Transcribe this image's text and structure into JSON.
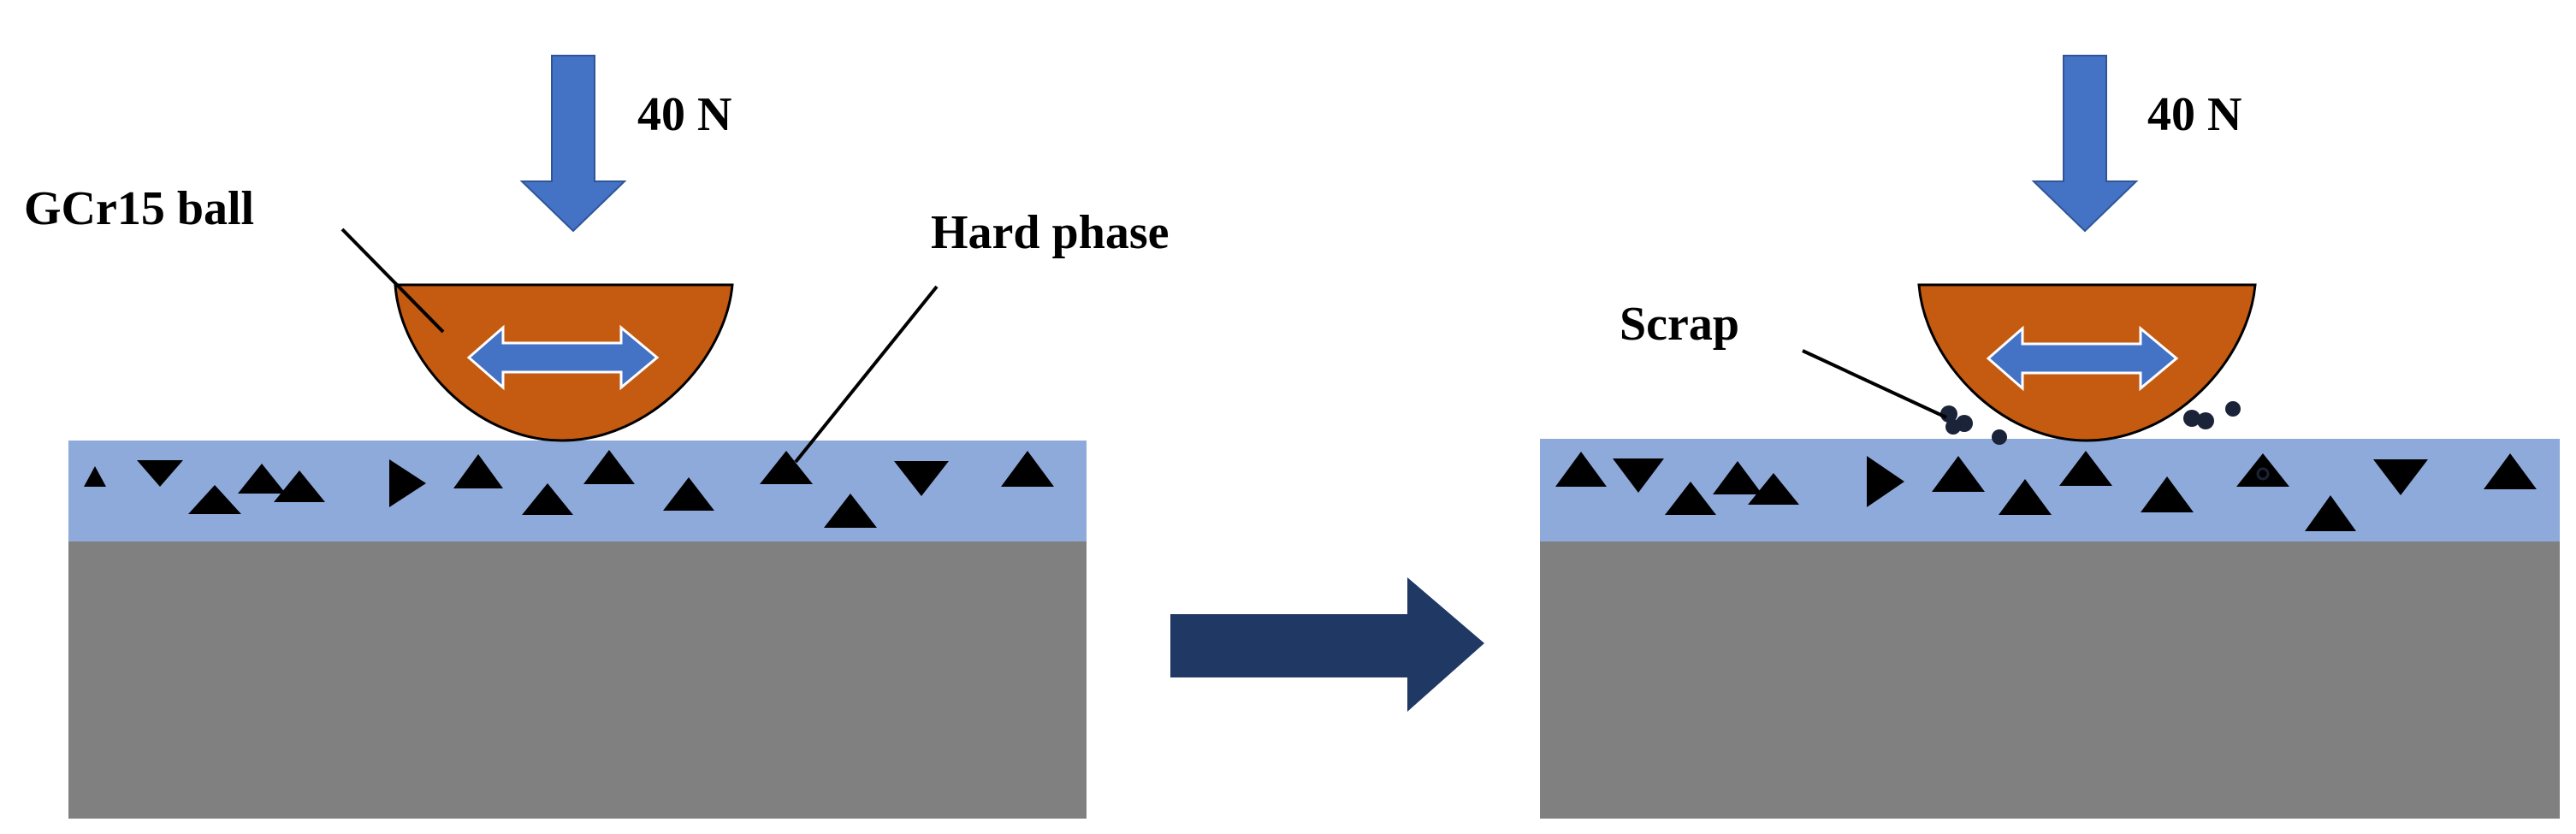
{
  "labels": {
    "force_left": "40 N",
    "force_right": "40 N",
    "ball": "GCr15 ball",
    "hard_phase": "Hard phase",
    "scrap": "Scrap"
  },
  "colors": {
    "background": "#ffffff",
    "substrate": "#808080",
    "coating": "#8eaadb",
    "ball_fill": "#c55a11",
    "arrow_blue": "#4472c4",
    "process_arrow": "#1f3864",
    "particles": "#000000",
    "debris": "#1a2338"
  },
  "icons": {
    "load_arrow": "arrow-down-icon",
    "sliding": "double-arrow-icon",
    "process": "arrow-right-icon",
    "particle": "triangle-icon"
  }
}
